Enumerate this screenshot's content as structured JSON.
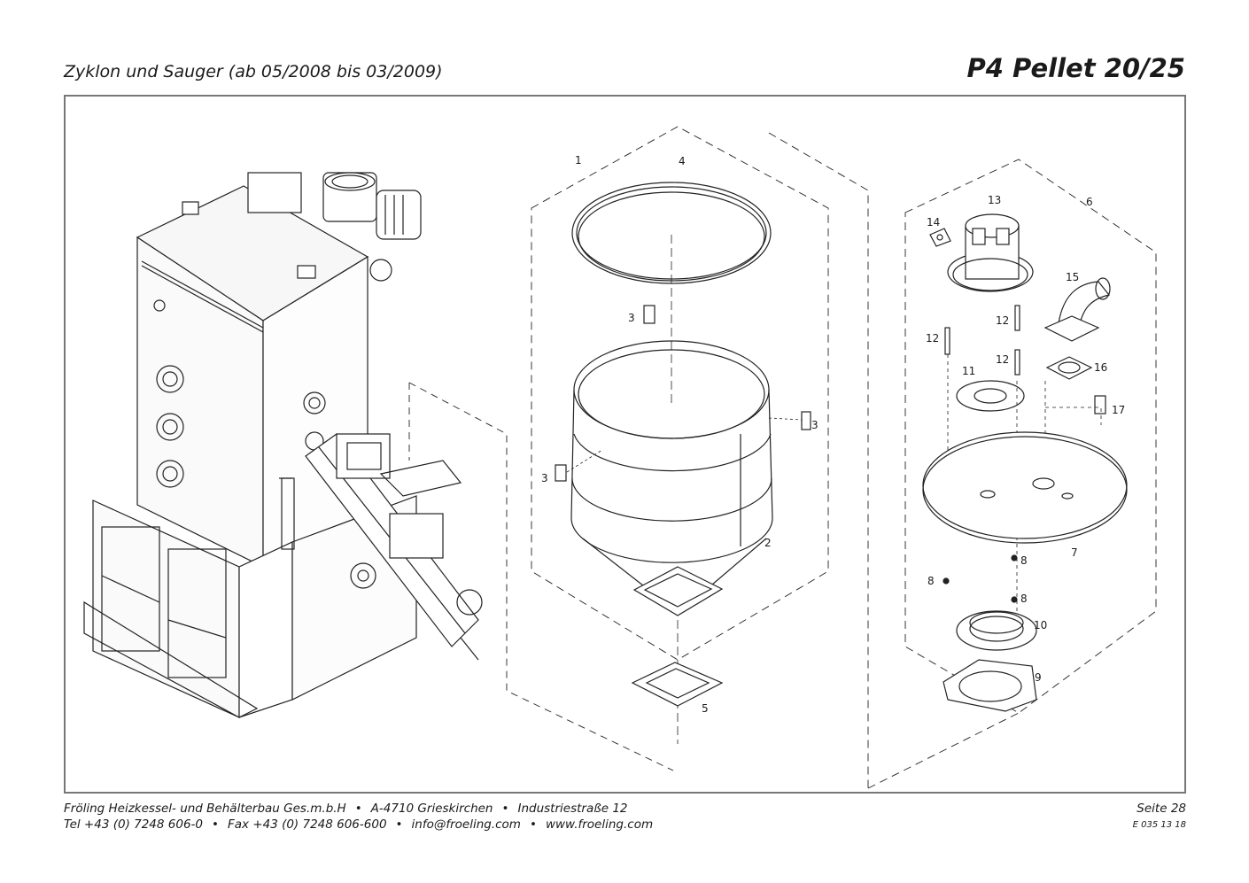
{
  "header": {
    "subtitle": "Zyklon und Sauger (ab 05/2008 bis 03/2009)",
    "title": "P4 Pellet 20/25"
  },
  "diagram": {
    "callouts": [
      {
        "id": "c1",
        "text": "1"
      },
      {
        "id": "c4",
        "text": "4"
      },
      {
        "id": "c3a",
        "text": "3"
      },
      {
        "id": "c3b",
        "text": "3"
      },
      {
        "id": "c3c",
        "text": "3"
      },
      {
        "id": "c2",
        "text": "2"
      },
      {
        "id": "c5",
        "text": "5"
      },
      {
        "id": "c6",
        "text": "6"
      },
      {
        "id": "c13",
        "text": "13"
      },
      {
        "id": "c14",
        "text": "14"
      },
      {
        "id": "c15",
        "text": "15"
      },
      {
        "id": "c12a",
        "text": "12"
      },
      {
        "id": "c12b",
        "text": "12"
      },
      {
        "id": "c12c",
        "text": "12"
      },
      {
        "id": "c11",
        "text": "11"
      },
      {
        "id": "c16",
        "text": "16"
      },
      {
        "id": "c17",
        "text": "17"
      },
      {
        "id": "c7",
        "text": "7"
      },
      {
        "id": "c8a",
        "text": "8"
      },
      {
        "id": "c8b",
        "text": "8"
      },
      {
        "id": "c8c",
        "text": "8"
      },
      {
        "id": "c10",
        "text": "10"
      },
      {
        "id": "c9",
        "text": "9"
      }
    ]
  },
  "footer": {
    "company": "Fröling Heizkessel- und Behälterbau Ges.m.b.H",
    "address": "A-4710 Grieskirchen",
    "street": "Industriestraße 12",
    "page": "Seite 28",
    "phone": "Tel +43 (0) 7248 606-0",
    "fax": "Fax +43 (0) 7248 606-600",
    "email": "info@froeling.com",
    "web": "www.froeling.com",
    "doc_code": "E 035 13 18",
    "bullet": "•"
  }
}
